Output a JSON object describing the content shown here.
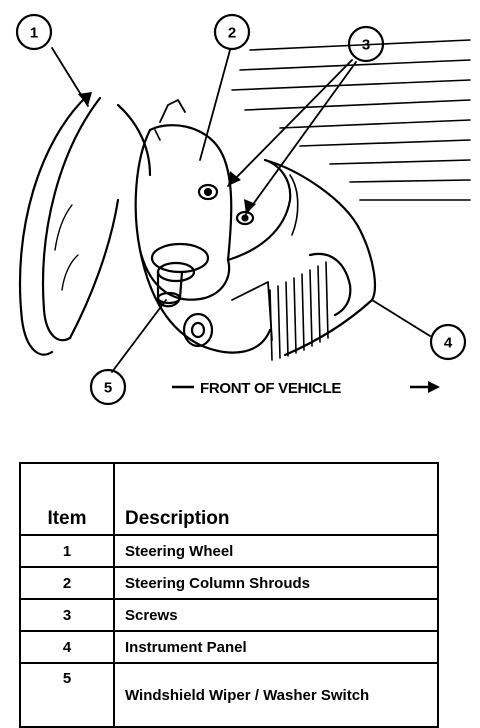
{
  "diagram": {
    "callouts": [
      "1",
      "2",
      "3",
      "4",
      "5"
    ],
    "front_label": "FRONT OF VEHICLE"
  },
  "table": {
    "headers": {
      "item": "Item",
      "description": "Description"
    },
    "rows": [
      {
        "item": "1",
        "description": "Steering Wheel"
      },
      {
        "item": "2",
        "description": "Steering Column Shrouds"
      },
      {
        "item": "3",
        "description": "Screws"
      },
      {
        "item": "4",
        "description": "Instrument Panel"
      },
      {
        "item": "5",
        "description": "Windshield Wiper / Washer Switch"
      }
    ]
  }
}
